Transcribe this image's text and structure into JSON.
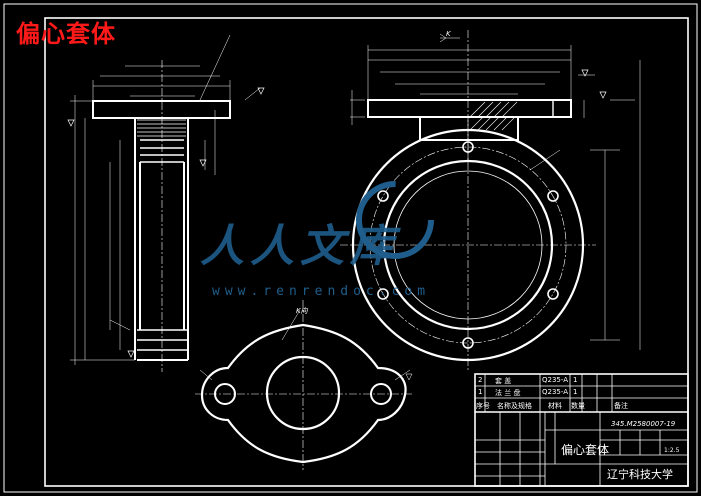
{
  "title_text": "偏心套体",
  "watermark": {
    "chars": "人人文库",
    "url": "www.renrendoc.com"
  },
  "title_block": {
    "part_name": "偏心套体",
    "drawing_code": "345.M2580007-19",
    "school": "辽宁科技大学",
    "scale": "1:2.5",
    "material_rows": [
      {
        "no": "2",
        "name": "套    盖",
        "material": "Q235-A",
        "qty": "1"
      },
      {
        "no": "1",
        "name": "法  兰  盘",
        "material": "Q235-A",
        "qty": "1"
      }
    ],
    "header_row": [
      "序号",
      "名称及规格",
      "材料",
      "数量",
      "备注"
    ]
  },
  "view_labels": {
    "section_k": "K",
    "view_k": "K向"
  },
  "colors": {
    "background": "#000000",
    "lines": "#ffffff",
    "title": "#ff1a1a",
    "watermark": "#1f5e8c"
  }
}
